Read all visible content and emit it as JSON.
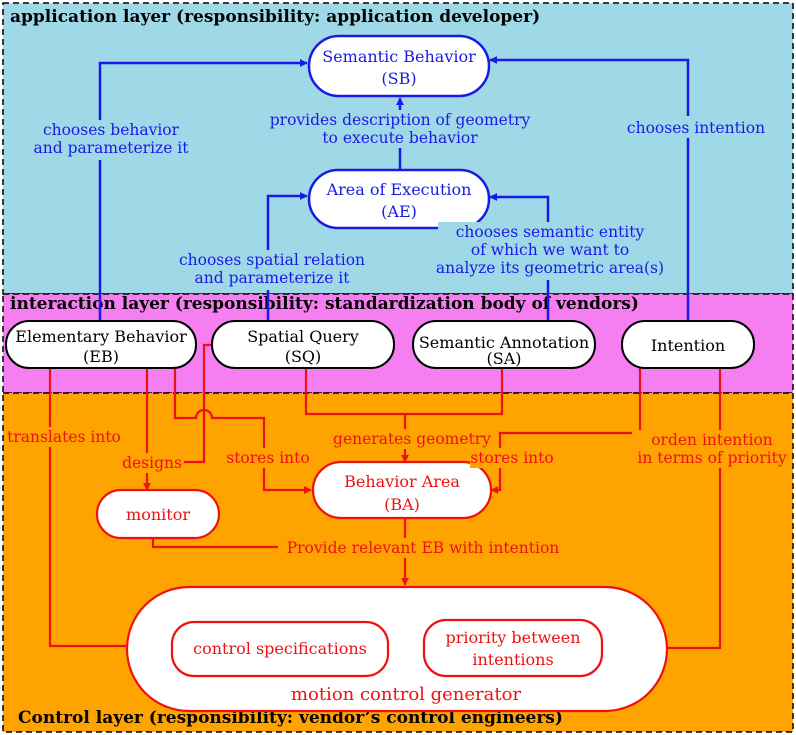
{
  "colors": {
    "application_bg": "#9fd8e6",
    "interaction_bg": "#f57ef0",
    "control_bg": "#ffa300",
    "blue": "#1a1ae6",
    "red": "#ee1111"
  },
  "layers": {
    "application": "application layer (responsibility: application developer)",
    "interaction": "interaction layer (responsibility: standardization body of vendors)",
    "control": "Control layer (responsibility: vendor’s control engineers)"
  },
  "nodes": {
    "sb": {
      "line1": "Semantic Behavior",
      "line2": "(SB)"
    },
    "ae": {
      "line1": "Area of Execution",
      "line2": "(AE)"
    },
    "eb": {
      "line1": "Elementary Behavior",
      "line2": "(EB)"
    },
    "sq": {
      "line1": "Spatial Query",
      "line2": "(SQ)"
    },
    "sa": {
      "line1": "Semantic Annotation",
      "line2": "(SA)"
    },
    "intention": {
      "line1": "Intention"
    },
    "ba": {
      "line1": "Behavior Area",
      "line2": "(BA)"
    },
    "monitor": {
      "line1": "monitor"
    },
    "control_specs": {
      "line1": "control specifications"
    },
    "priority": {
      "line1": "priority between",
      "line2": "intentions"
    },
    "mcg": {
      "line1": "motion control generator"
    }
  },
  "edges": {
    "chooses_behavior": {
      "line1": "chooses behavior",
      "line2": "and parameterize it"
    },
    "provides_description": {
      "line1": "provides description of geometry",
      "line2": "to execute behavior"
    },
    "chooses_intention": {
      "line1": "chooses intention"
    },
    "chooses_spatial": {
      "line1": "chooses spatial relation",
      "line2": "and parameterize it"
    },
    "chooses_semantic": {
      "line1": "chooses semantic entity",
      "line2": "of which we want to",
      "line3": "analyze its geometric area(s)"
    },
    "translates_into": {
      "line1": "translates into"
    },
    "designs": {
      "line1": "designs"
    },
    "stores_into_eb": {
      "line1": "stores into"
    },
    "generates_geometry": {
      "line1": "generates geometry"
    },
    "stores_into_int": {
      "line1": "stores into"
    },
    "orden_intention": {
      "line1": "orden intention",
      "line2": "in terms of priority"
    },
    "provide_relevant": {
      "line1": "Provide relevant EB with intention"
    }
  }
}
